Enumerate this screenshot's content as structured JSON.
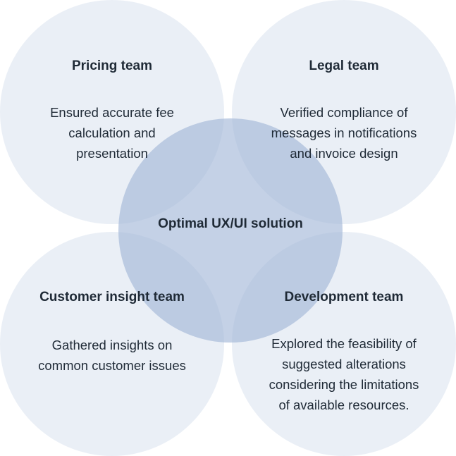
{
  "colors": {
    "outer_fill": "#e6ecf4",
    "center_fill": "#9db3d6",
    "text": "#1f2a36"
  },
  "center": {
    "title": "Optimal UX/UI solution"
  },
  "teams": {
    "pricing": {
      "title": "Pricing team",
      "desc": [
        "Ensured accurate fee",
        "calculation and",
        "presentation"
      ]
    },
    "legal": {
      "title": "Legal team",
      "desc": [
        "Verified compliance of",
        "messages in notifications",
        "and invoice design"
      ]
    },
    "customer": {
      "title": "Customer insight team",
      "desc": [
        "Gathered insights on",
        "common customer issues"
      ]
    },
    "development": {
      "title": "Development team",
      "desc": [
        "Explored the feasibility of",
        "suggested alterations",
        "considering the limitations",
        "of available resources."
      ]
    }
  }
}
